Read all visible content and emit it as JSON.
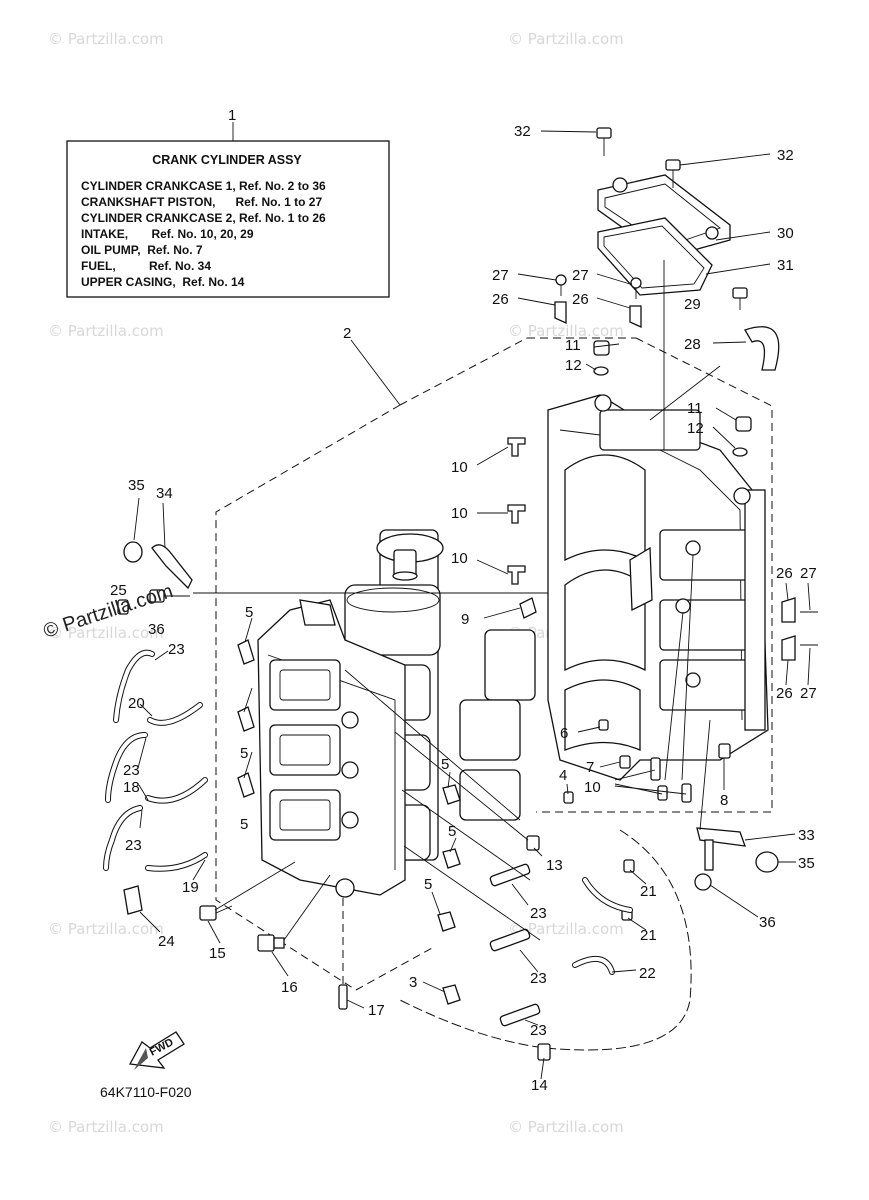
{
  "watermarks": [
    "© Partzilla.com",
    "© Partzilla.com",
    "© Partzilla.com",
    "© Partzilla.com",
    "© Partzilla.com",
    "© Partzilla.com",
    "© Partzilla.com",
    "© Partzilla.com",
    "© Partzilla.com",
    "© Partzilla.com"
  ],
  "brand_label": "© Partzilla.com",
  "assy_box": {
    "title": "CRANK CYLINDER ASSY",
    "lines": [
      "CYLINDER CRANKCASE 1, Ref. No. 2 to 36",
      "CRANKSHAFT PISTON,      Ref. No. 1 to 27",
      "CYLINDER CRANKCASE 2, Ref. No. 1 to 26",
      "INTAKE,       Ref. No. 10, 20, 29",
      "OIL PUMP,  Ref. No. 7",
      "FUEL,          Ref. No. 34",
      "UPPER CASING,  Ref. No. 14"
    ]
  },
  "fwd_label": "FWD",
  "figure_number": "64K7110-F020",
  "callouts": [
    "1",
    "32",
    "32",
    "30",
    "31",
    "27",
    "27",
    "26",
    "26",
    "29",
    "28",
    "2",
    "11",
    "12",
    "11",
    "12",
    "10",
    "10",
    "10",
    "35",
    "34",
    "25",
    "36",
    "9",
    "5",
    "23",
    "20",
    "5",
    "23",
    "18",
    "5",
    "23",
    "19",
    "24",
    "15",
    "16",
    "17",
    "3",
    "5",
    "5",
    "5",
    "4",
    "13",
    "6",
    "7",
    "10",
    "8",
    "26",
    "27",
    "26",
    "27",
    "33",
    "35",
    "36",
    "21",
    "21",
    "23",
    "23",
    "22",
    "23",
    "14"
  ]
}
